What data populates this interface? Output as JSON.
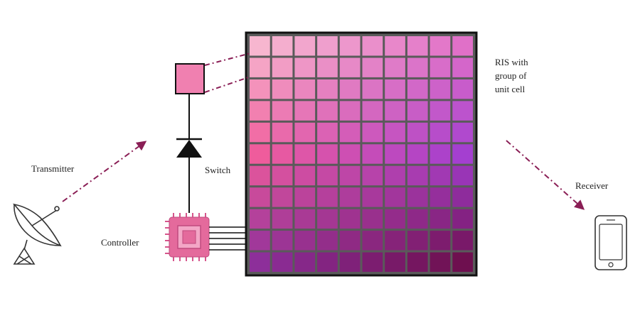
{
  "labels": {
    "transmitter": "Transmitter",
    "switch": "Switch",
    "controller": "Controller",
    "ris_line1": "RIS with",
    "ris_line2": "group of",
    "ris_line3": "unit cell",
    "receiver": "Receiver"
  },
  "ris_grid": {
    "rows": 11,
    "cols": 10,
    "color_top_left": "#f7b6cf",
    "color_center_left": "#ef5c9c",
    "color_top_right": "#e070c8",
    "color_center_right": "#a43fd0",
    "color_bottom_left": "#8d2f9a",
    "color_bottom_right": "#6e0f4f",
    "cell_border": "#5a5a5a",
    "frame": "#111111"
  },
  "colors": {
    "arrow": "#8a1e55",
    "unit_cell": "#f080b0",
    "chip_body": "#e46a9c",
    "chip_core": "#f3a6c6",
    "chip_pin": "#d6558c",
    "wire": "#111111"
  },
  "icons": {
    "transmitter": "satellite-dish-icon",
    "receiver": "smartphone-icon",
    "controller": "microchip-icon",
    "switch": "diode-icon",
    "unit_cell": "unit-cell-square"
  }
}
